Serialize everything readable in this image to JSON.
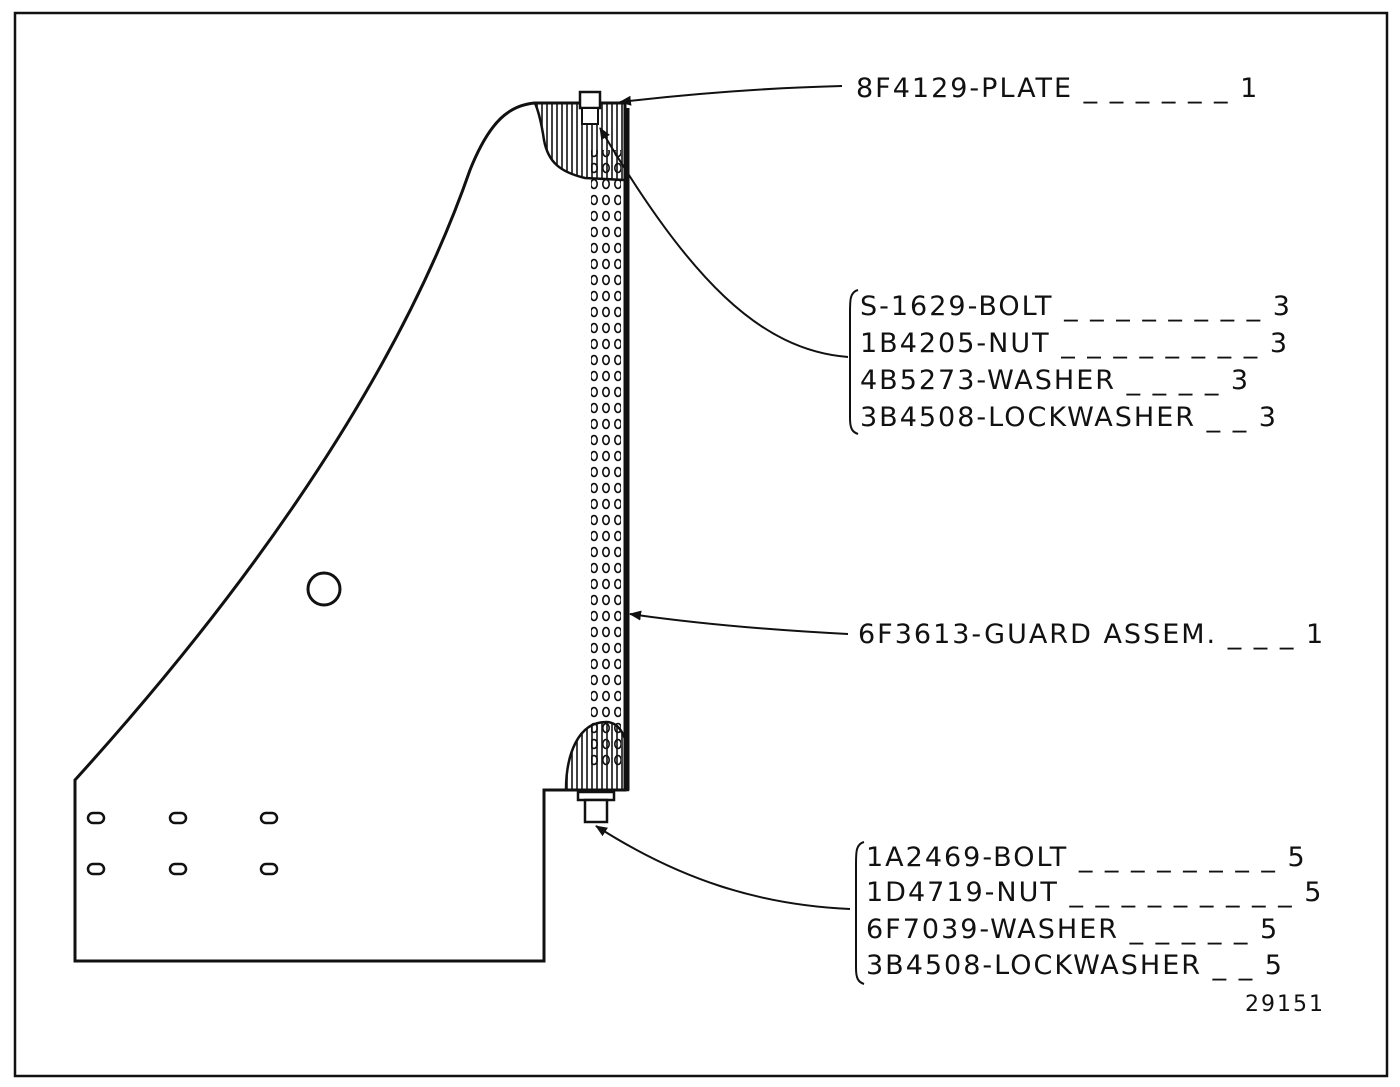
{
  "callouts": {
    "plate": {
      "label": "8F4129-PLATE _ _ _ _ _ _ 1"
    },
    "bolt_group_top": {
      "items": [
        "S-1629-BOLT _ _ _ _ _ _ _ _ 3",
        "1B4205-NUT _ _ _ _ _ _ _ _ 3",
        "4B5273-WASHER _ _ _ _ 3",
        "3B4508-LOCKWASHER _ _ 3"
      ]
    },
    "guard": {
      "label": "6F3613-GUARD ASSEM. _ _ _ 1"
    },
    "bolt_group_bottom": {
      "items": [
        "1A2469-BOLT _ _ _ _ _ _ _ _ 5",
        "1D4719-NUT _ _ _ _ _ _ _ _ _ 5",
        "6F7039-WASHER _ _ _ _ _ 5",
        "3B4508-LOCKWASHER _ _ 5"
      ]
    }
  },
  "drawing_number": "29151"
}
